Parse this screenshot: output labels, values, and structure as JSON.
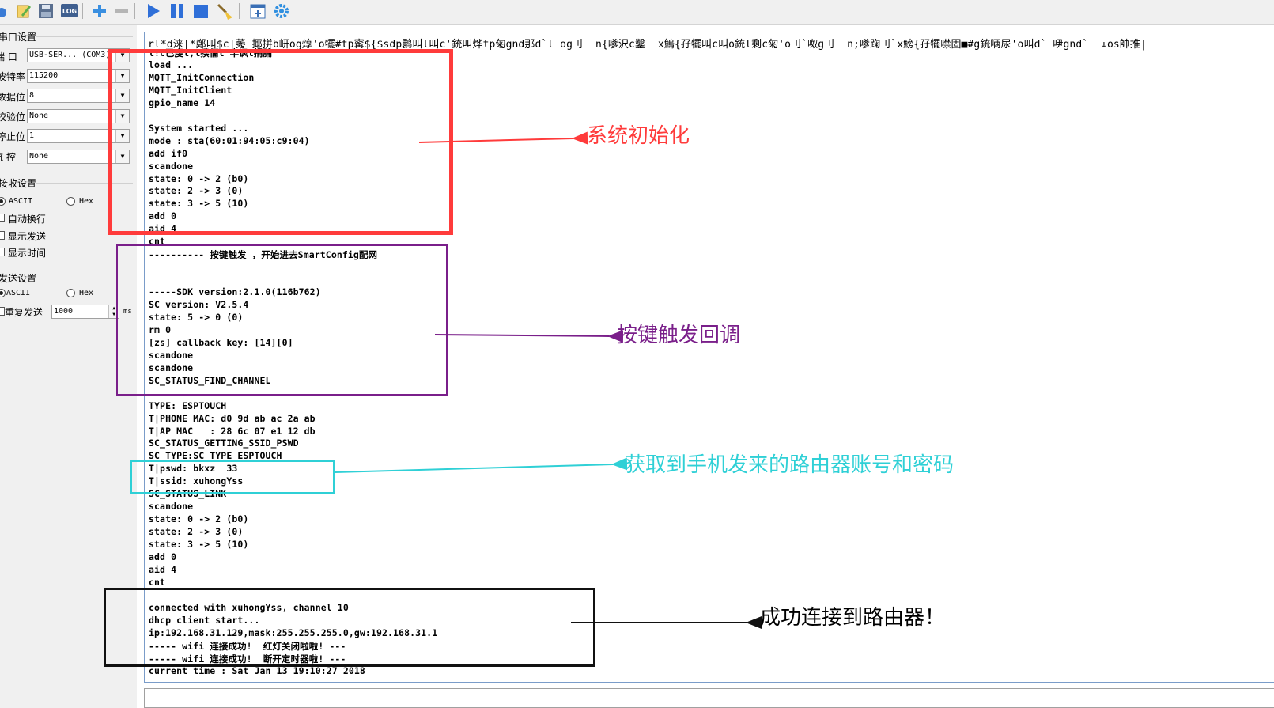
{
  "toolbar": {
    "icons": [
      "open-icon",
      "edit-icon",
      "save-icon",
      "log-icon",
      "add-icon",
      "remove-icon",
      "play-icon",
      "pause-icon",
      "stop-icon",
      "clear-brush-icon",
      "new-window-icon",
      "settings-gear-icon"
    ]
  },
  "serial_settings": {
    "section_title": "串口设置",
    "port_label": "端  口",
    "port_value": "USB-SER... (COM3)",
    "baud_label": "波特率",
    "baud_value": "115200",
    "databits_label": "数据位",
    "databits_value": "8",
    "parity_label": "校验位",
    "parity_value": "None",
    "stopbits_label": "停止位",
    "stopbits_value": "1",
    "flow_label": "流  控",
    "flow_value": "None"
  },
  "receive_settings": {
    "section_title": "接收设置",
    "ascii_label": "ASCII",
    "hex_label": "Hex",
    "auto_newline": "自动换行",
    "show_send": "显示发送",
    "show_time": "显示时间"
  },
  "send_settings": {
    "section_title": "发送设置",
    "ascii_label": "ASCII",
    "hex_label": "Hex",
    "repeat_label": "重复发送",
    "repeat_value": "1000",
    "unit": "ms"
  },
  "terminal": {
    "garbled_header": "rl*d涞|*鄭叫$c|莠 揶拼b岍og焞'o犤#tp寗${$sdp鹮叫l叫c'銃叫烨tp匊gnd那d`l og刂  n{嗲沢c鑿  x鰞{孖犤叫c叫o銃l剩c匊'o刂`呶g刂  n;嗲踘刂`x鰟{孖犤噤固■#g銃唡尿'o叫d` 吚gnd`  ↓os帥推|",
    "lines": [
      "l!c已虔t,l揆儞l 丰讽t捐脯",
      "load ...",
      "MQTT_InitConnection",
      "MQTT_InitClient",
      "gpio_name 14",
      "",
      "System started ...",
      "mode : sta(60:01:94:05:c9:04)",
      "add if0",
      "scandone",
      "state: 0 -> 2 (b0)",
      "state: 2 -> 3 (0)",
      "state: 3 -> 5 (10)",
      "add 0",
      "aid 4",
      "cnt",
      "---------- 按键触发 ，开始进去SmartConfig配网",
      "",
      "",
      "-----SDK version:2.1.0(116b762)",
      "SC version: V2.5.4",
      "state: 5 -> 0 (0)",
      "rm 0",
      "[zs] callback key: [14][0]",
      "scandone",
      "scandone",
      "SC_STATUS_FIND_CHANNEL",
      "",
      "TYPE: ESPTOUCH",
      "T|PHONE MAC: d0 9d ab ac 2a ab",
      "T|AP MAC   : 28 6c 07 e1 12 db",
      "SC_STATUS_GETTING_SSID_PSWD",
      "SC_TYPE:SC_TYPE_ESPTOUCH",
      "T|pswd: bkxz  33  ",
      "T|ssid: xuhongYss",
      "SC_STATUS_LINK",
      "scandone",
      "state: 0 -> 2 (b0)",
      "state: 2 -> 3 (0)",
      "state: 3 -> 5 (10)",
      "add 0",
      "aid 4",
      "cnt",
      "",
      "connected with xuhongYss, channel 10",
      "dhcp client start...",
      "ip:192.168.31.129,mask:255.255.255.0,gw:192.168.31.1",
      "----- wifi 连接成功!  红灯关闭啦啦! ---",
      "----- wifi 连接成功!  断开定时器啦! ---",
      "current time : Sat Jan 13 19:10:27 2018"
    ]
  },
  "annotations": {
    "init": {
      "text": "系统初始化",
      "color": "#ff3b3b"
    },
    "key": {
      "text": "按键触发回调",
      "color": "#7a1f8a"
    },
    "credentials": {
      "text": "获取到手机发来的路由器账号和密码",
      "color": "#2fd0d6"
    },
    "connected": {
      "text": "成功连接到路由器！",
      "color": "#000000"
    }
  }
}
